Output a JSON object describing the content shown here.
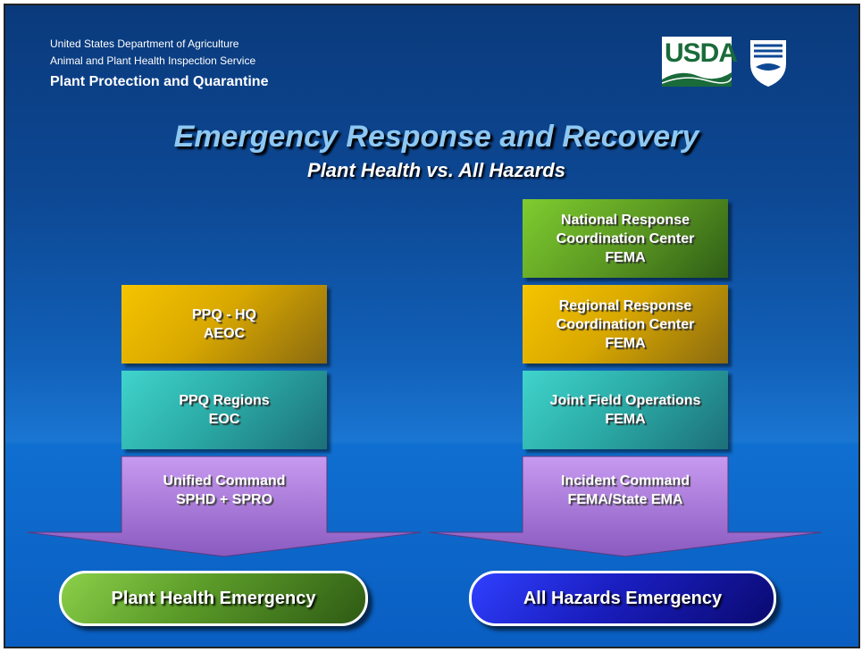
{
  "header": {
    "department": "United States Department of Agriculture",
    "service": "Animal and Plant Health Inspection Service",
    "program": "Plant Protection and Quarantine",
    "usda_logo_text": "USDA"
  },
  "title": "Emergency Response and Recovery",
  "subtitle": "Plant Health vs. All Hazards",
  "left_column": {
    "boxes": [
      {
        "label": "PPQ - HQ\nAEOC",
        "color": "#d9a800"
      },
      {
        "label": "PPQ Regions\nEOC",
        "color": "#2aa8a4"
      }
    ],
    "arrow_label": "Unified Command\nSPHD + SPRO",
    "arrow_color": "#b88ae0",
    "result": "Plant Health Emergency",
    "result_color": "#5a9a28"
  },
  "right_column": {
    "boxes": [
      {
        "label": "National Response\nCoordination Center\nFEMA",
        "color": "#5c9a22"
      },
      {
        "label": "Regional Response\nCoordination Center\nFEMA",
        "color": "#d9a800"
      },
      {
        "label": "Joint Field Operations\nFEMA",
        "color": "#2aa8a4"
      }
    ],
    "arrow_label": "Incident Command\nFEMA/State EMA",
    "arrow_color": "#b88ae0",
    "result": "All Hazards Emergency",
    "result_color": "#1a1ec0"
  }
}
